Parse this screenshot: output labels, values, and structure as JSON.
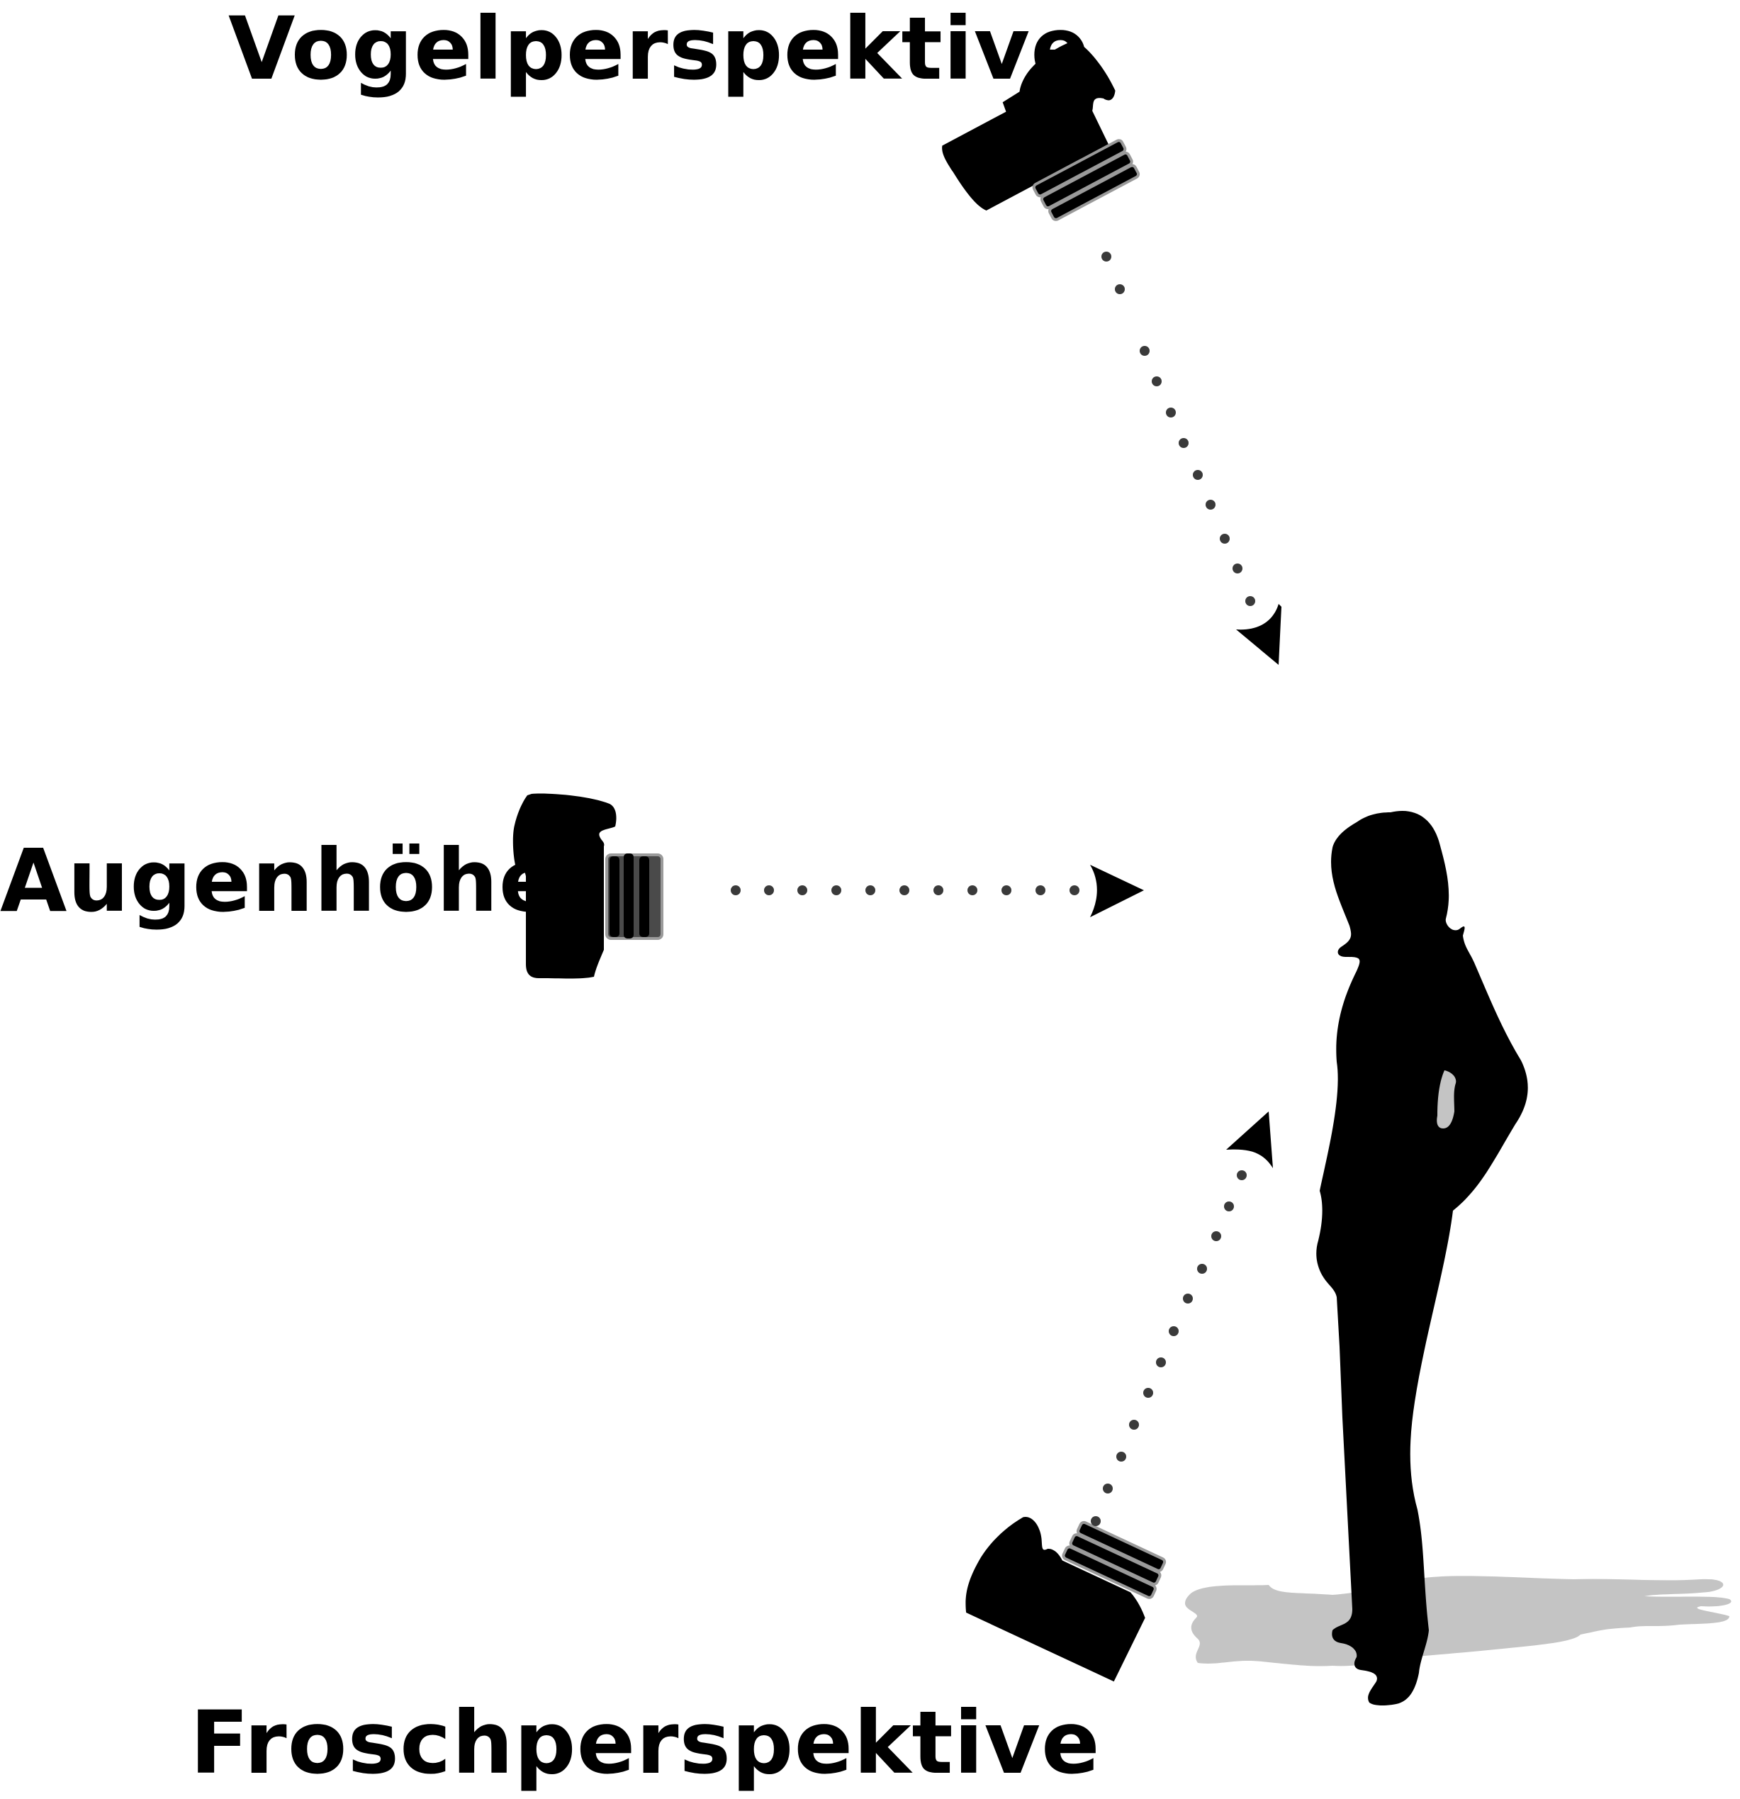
{
  "labels": {
    "birds_eye": "Vogelperspektive",
    "eye_level": "Augenhöhe",
    "worms_eye": "Froschperspektive"
  },
  "colors": {
    "silhouette": "#000000",
    "lens_stripe": "#9a9a9a",
    "dots": "#3a3a3a",
    "shadow": "#c4c4c4",
    "background": "#ffffff"
  },
  "icons": [
    "camera-icon",
    "person-silhouette",
    "arrow-head"
  ]
}
